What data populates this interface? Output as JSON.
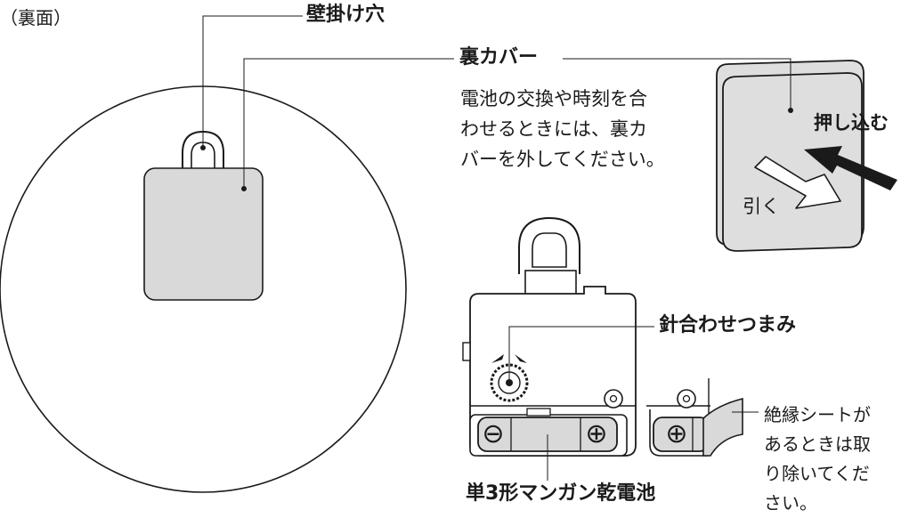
{
  "labels": {
    "back_side": "（裏面）",
    "wall_hole": "壁掛け穴",
    "back_cover": "裏カバー",
    "back_cover_note": [
      "電池の交換や時刻を合",
      "わせるときには、裏カ",
      "バーを外してください。"
    ],
    "push_in": "押し込む",
    "pull": "引く",
    "time_knob": "針合わせつまみ",
    "insulation_note": [
      "絶縁シートが",
      "あるときは取",
      "り除いてくだ",
      "さい。"
    ],
    "battery": "単3形マンガン乾電池"
  },
  "battery_symbols": {
    "minus": "⊖",
    "plus": "⊕"
  },
  "colors": {
    "line": "#1a1a1a",
    "panel_fill": "#d9d9d9",
    "cover_fill": "#dedede",
    "background": "#ffffff"
  }
}
